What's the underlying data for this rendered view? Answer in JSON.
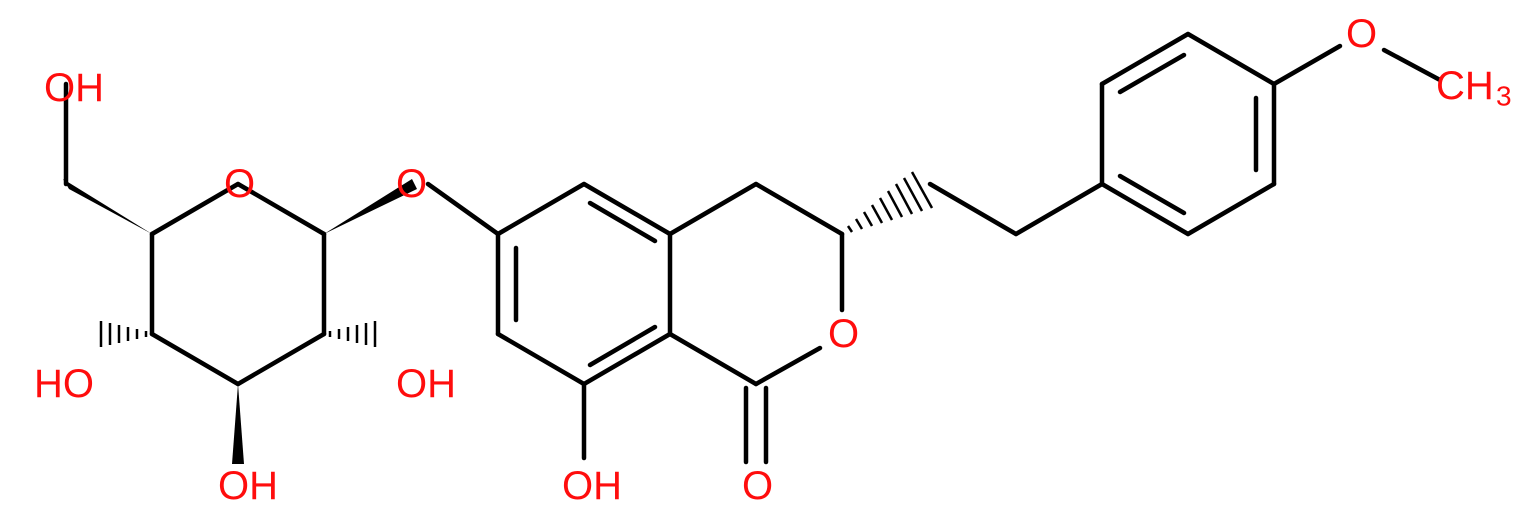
{
  "colors": {
    "background": "#ffffff",
    "bond": "#000000",
    "heteroatom_oxygen": "#ff0d0d"
  },
  "labels": {
    "ch2oh_oh": "OH",
    "ring_o_sugar": "O",
    "glycosidic_o": "O",
    "oh_c4": "HO",
    "oh_c3": "OH",
    "oh_c2": "OH",
    "aromatic_oh": "OH",
    "carbonyl_o": "O",
    "lactone_o": "O",
    "methoxy_o": "O",
    "methyl": "CH",
    "methyl_sub": "3"
  }
}
